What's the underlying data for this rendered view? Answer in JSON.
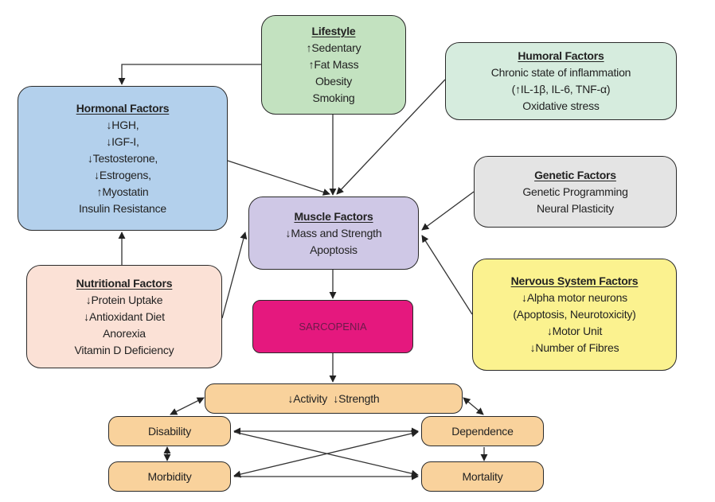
{
  "diagram": {
    "lifestyle": {
      "title": "Lifestyle",
      "lines": [
        "↑Sedentary",
        "↑Fat Mass",
        "Obesity",
        "Smoking"
      ],
      "color": "#c3e2c0"
    },
    "hormonal": {
      "title": "Hormonal Factors",
      "lines": [
        "↓HGH,",
        "↓IGF-I,",
        "↓Testosterone,",
        "↓Estrogens,",
        "↑Myostatin",
        "Insulin Resistance"
      ],
      "color": "#b3d0ec"
    },
    "humoral": {
      "title": "Humoral Factors",
      "lines": [
        "Chronic state of inflammation",
        "(↑IL-1β, IL-6, TNF-α)",
        "Oxidative stress"
      ],
      "color": "#d6ecde"
    },
    "genetic": {
      "title": "Genetic Factors",
      "lines": [
        "Genetic Programming",
        "Neural Plasticity"
      ],
      "color": "#e4e4e4"
    },
    "muscle": {
      "title": "Muscle Factors",
      "lines": [
        "↓Mass and Strength",
        "Apoptosis"
      ],
      "color": "#cfc8e6"
    },
    "nutritional": {
      "title": "Nutritional Factors",
      "lines": [
        "↓Protein Uptake",
        "↓Antioxidant Diet",
        "Anorexia",
        "Vitamin D Deficiency"
      ],
      "color": "#fbe1d6"
    },
    "nervous": {
      "title": "Nervous System Factors",
      "lines": [
        "↓Alpha motor neurons",
        "(Apoptosis, Neurotoxicity)",
        "↓Motor Unit",
        "↓Number of Fibres"
      ],
      "color": "#fbf28f"
    },
    "sarcopenia": {
      "label": "SARCOPENIA",
      "color": "#e5187e"
    },
    "activity": {
      "label": "↓Activity  ↓Strength"
    },
    "disability": {
      "label": "Disability"
    },
    "morbidity": {
      "label": "Morbidity"
    },
    "dependence": {
      "label": "Dependence"
    },
    "mortality": {
      "label": "Mortality"
    },
    "outcome_color": "#f9d29c",
    "connections": [
      {
        "from": "lifestyle",
        "to": "hormonal",
        "type": "arrow"
      },
      {
        "from": "lifestyle",
        "to": "muscle",
        "type": "arrow"
      },
      {
        "from": "hormonal",
        "to": "muscle",
        "type": "arrow"
      },
      {
        "from": "humoral",
        "to": "muscle",
        "type": "arrow"
      },
      {
        "from": "genetic",
        "to": "muscle",
        "type": "arrow"
      },
      {
        "from": "nervous",
        "to": "muscle",
        "type": "arrow"
      },
      {
        "from": "nutritional",
        "to": "hormonal",
        "type": "arrow"
      },
      {
        "from": "nutritional",
        "to": "muscle",
        "type": "arrow"
      },
      {
        "from": "muscle",
        "to": "sarcopenia",
        "type": "arrow"
      },
      {
        "from": "sarcopenia",
        "to": "activity",
        "type": "arrow"
      },
      {
        "from": "activity",
        "to": "disability",
        "type": "bidirectional"
      },
      {
        "from": "activity",
        "to": "dependence",
        "type": "bidirectional"
      },
      {
        "from": "disability",
        "to": "morbidity",
        "type": "bidirectional"
      },
      {
        "from": "disability",
        "to": "dependence",
        "type": "bidirectional"
      },
      {
        "from": "disability",
        "to": "mortality",
        "type": "arrow"
      },
      {
        "from": "dependence",
        "to": "morbidity",
        "type": "bidirectional"
      },
      {
        "from": "morbidity",
        "to": "mortality",
        "type": "arrow"
      },
      {
        "from": "dependence",
        "to": "mortality",
        "type": "arrow"
      }
    ]
  }
}
